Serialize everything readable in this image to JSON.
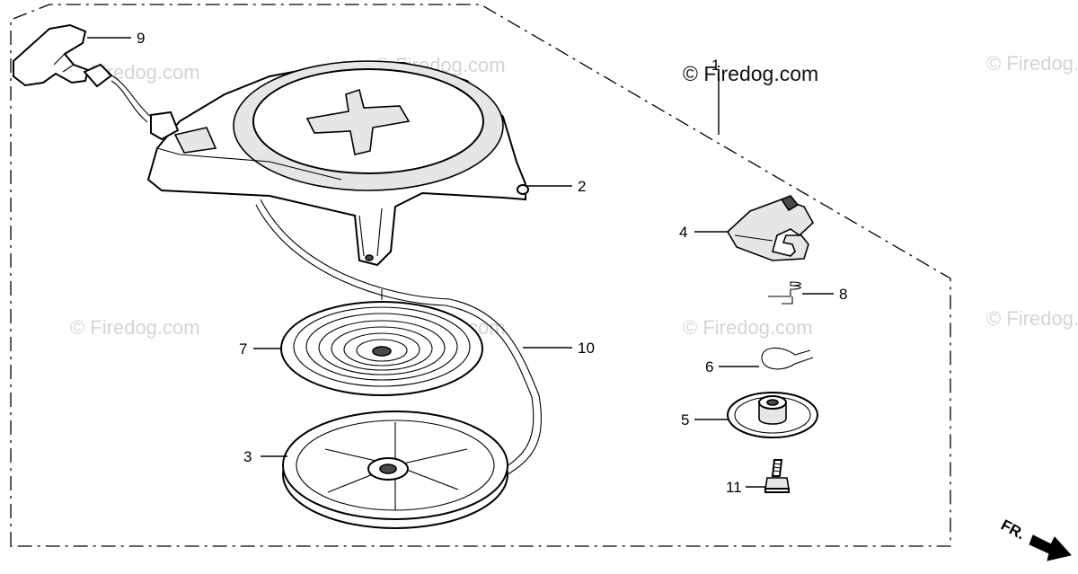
{
  "copyright": "© Firedog.com",
  "watermark": "© Firedog.com",
  "front_marker": "FR.",
  "parts": [
    {
      "number": "1",
      "label": "1"
    },
    {
      "number": "2",
      "label": "2"
    },
    {
      "number": "3",
      "label": "3"
    },
    {
      "number": "4",
      "label": "4"
    },
    {
      "number": "5",
      "label": "5"
    },
    {
      "number": "6",
      "label": "6"
    },
    {
      "number": "7",
      "label": "7"
    },
    {
      "number": "8",
      "label": "8"
    },
    {
      "number": "9",
      "label": "9"
    },
    {
      "number": "10",
      "label": "10"
    },
    {
      "number": "11",
      "label": "11"
    }
  ]
}
